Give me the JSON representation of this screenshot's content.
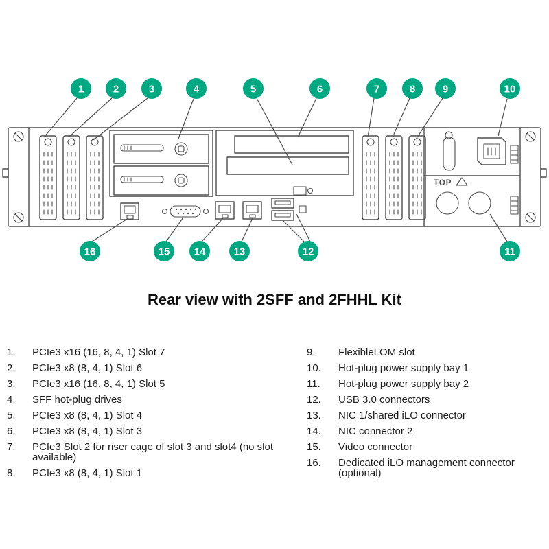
{
  "title": "Rear view with 2SFF and 2FHHL Kit",
  "colors": {
    "accent_green": "#01A982",
    "line_gray": "#4d4d4d"
  },
  "psu_label": "TOP",
  "callouts": [
    "1",
    "2",
    "3",
    "4",
    "5",
    "6",
    "7",
    "8",
    "9",
    "10",
    "11",
    "12",
    "13",
    "14",
    "15",
    "16"
  ],
  "legend": {
    "left": [
      {
        "num": "1.",
        "text": "PCIe3 x16 (16, 8, 4, 1) Slot 7"
      },
      {
        "num": "2.",
        "text": "PCIe3 x8 (8, 4, 1) Slot 6"
      },
      {
        "num": "3.",
        "text": "PCIe3 x16 (16, 8, 4, 1) Slot 5"
      },
      {
        "num": "4.",
        "text": "SFF hot-plug drives"
      },
      {
        "num": "5.",
        "text": "PCIe3 x8 (8, 4, 1) Slot 4"
      },
      {
        "num": "6.",
        "text": "PCIe3 x8 (8, 4, 1) Slot 3"
      },
      {
        "num": "7.",
        "text": "PCIe3 Slot 2 for riser cage of slot 3 and slot4 (no slot available)"
      },
      {
        "num": "8.",
        "text": "PCIe3 x8 (8, 4, 1) Slot 1"
      }
    ],
    "right": [
      {
        "num": "9.",
        "text": "FlexibleLOM slot"
      },
      {
        "num": "10.",
        "text": "Hot-plug power supply bay 1"
      },
      {
        "num": "11.",
        "text": "Hot-plug power supply bay 2"
      },
      {
        "num": "12.",
        "text": "USB 3.0 connectors"
      },
      {
        "num": "13.",
        "text": "NIC 1/shared iLO connector"
      },
      {
        "num": "14.",
        "text": "NIC connector 2"
      },
      {
        "num": "15.",
        "text": "Video connector"
      },
      {
        "num": "16.",
        "text": "Dedicated iLO management connector (optional)"
      }
    ]
  }
}
